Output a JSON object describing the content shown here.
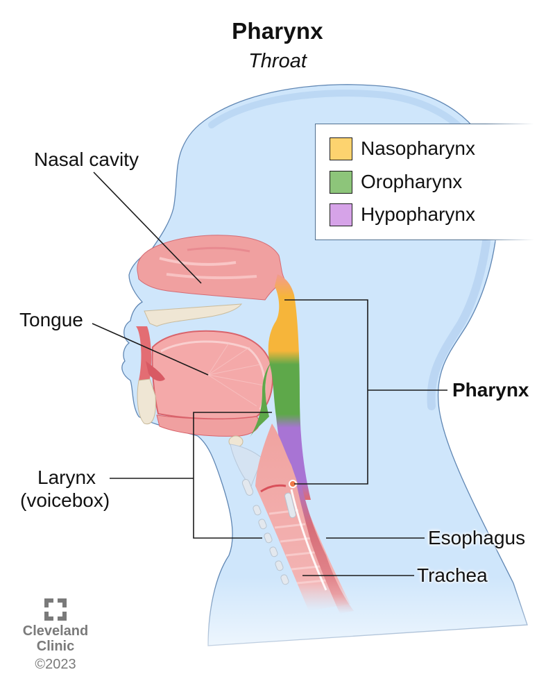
{
  "header": {
    "title": "Pharynx",
    "subtitle": "Throat"
  },
  "legend": {
    "items": [
      {
        "label": "Nasopharynx",
        "color": "#fdd36f"
      },
      {
        "label": "Oropharynx",
        "color": "#8dc57a"
      },
      {
        "label": "Hypopharynx",
        "color": "#d6a3e8"
      }
    ]
  },
  "labels": {
    "nasal_cavity": "Nasal cavity",
    "tongue": "Tongue",
    "larynx": "Larynx",
    "larynx_sub": "(voicebox)",
    "pharynx": "Pharynx",
    "esophagus": "Esophagus",
    "trachea": "Trachea"
  },
  "branding": {
    "name_line1": "Cleveland",
    "name_line2": "Clinic",
    "copyright": "©2023"
  },
  "colors": {
    "head_fill": "#cfe6fb",
    "head_edge": "#9fc3ea",
    "tissue_pink": "#f2a3a3",
    "tissue_dark": "#d9636b",
    "bone": "#efe6d4",
    "nasopharynx": "#f6b53a",
    "oropharynx": "#5ea84a",
    "hypopharynx": "#a874d4"
  }
}
